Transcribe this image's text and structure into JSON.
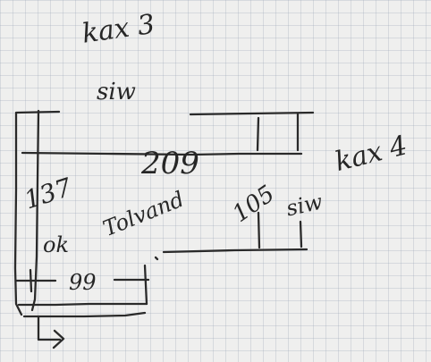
{
  "sketch": {
    "paper": "graph-paper-grid",
    "ink_color": "#2a2a2a",
    "paper_color": "#efefee",
    "grid_color": "#c8cdd6"
  },
  "labels": {
    "kax3": "kax 3",
    "siw_top": "siw",
    "kax4": "kax 4",
    "width_209": "209",
    "depth_137": "137",
    "tolvand": "Tolvand",
    "depth_105": "105",
    "siw_right": "siw",
    "ok": "ok",
    "width_99": "99"
  }
}
